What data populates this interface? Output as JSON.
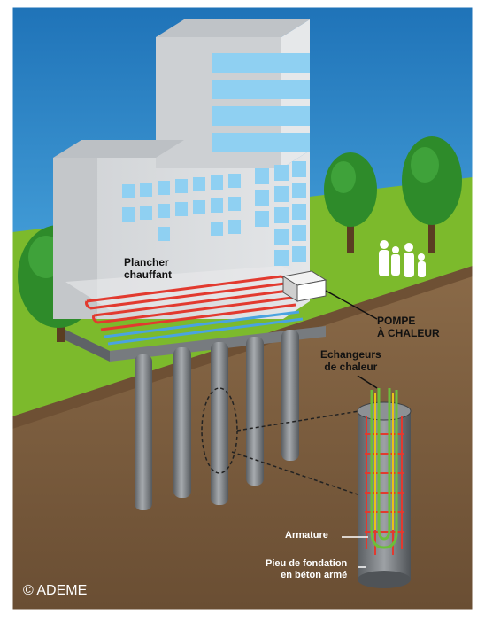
{
  "labels": {
    "plancher_line1": "Plancher",
    "plancher_line2": "chauffant",
    "pompe_line1": "POMPE",
    "pompe_line2": "À CHALEUR",
    "echangeurs_line1": "Echangeurs",
    "echangeurs_line2": "de chaleur",
    "armature": "Armature",
    "pieu_line1": "Pieu de fondation",
    "pieu_line2": "en béton armé"
  },
  "credit": "© ADEME",
  "colors": {
    "sky": "#2f8fd3",
    "grass": "#7fbf2e",
    "soil": "#7a5c3c",
    "building": "#d9dbdd",
    "window": "#8fd0f2",
    "hot_pipe": "#e23a2f",
    "cold_pipe": "#4aa3e0",
    "pile": "#7d8084",
    "exchanger_green": "#6bbf3a"
  },
  "icons": [
    "tree-icon",
    "people-icon",
    "heat-pump-icon"
  ]
}
